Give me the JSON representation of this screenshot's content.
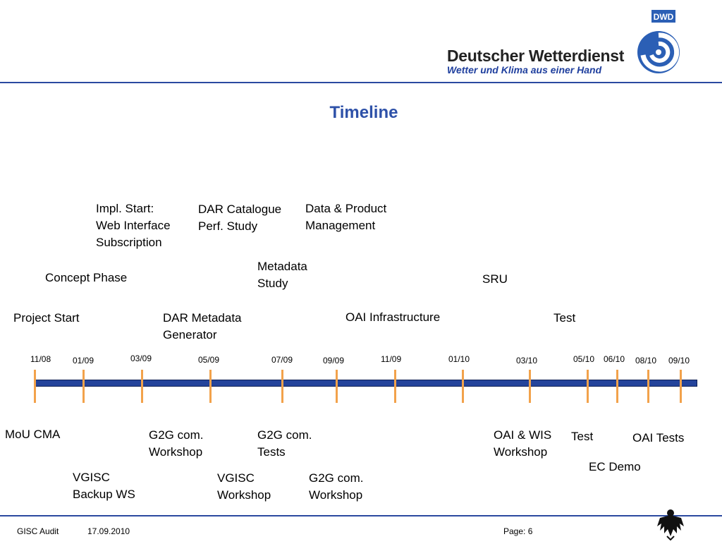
{
  "header": {
    "brand_name": "Deutscher Wetterdienst",
    "brand_tagline": "Wetter und Klima aus einer Hand",
    "logo_text": "DWD"
  },
  "title": "Timeline",
  "upper_events": [
    "Impl. Start:\nWeb Interface\nSubscription",
    "DAR Catalogue\nPerf. Study",
    "Data & Product\nManagement",
    "Concept Phase",
    "Metadata\nStudy",
    "SRU",
    "Project Start",
    "DAR Metadata\nGenerator",
    "OAI Infrastructure",
    "Test"
  ],
  "dates": [
    "11/08",
    "01/09",
    "03/09",
    "05/09",
    "07/09",
    "09/09",
    "11/09",
    "01/10",
    "03/10",
    "05/10",
    "06/10",
    "08/10",
    "09/10"
  ],
  "lower_events": [
    "MoU CMA",
    "G2G com.\nWorkshop",
    "G2G com.\nTests",
    "OAI & WIS\nWorkshop",
    "Test",
    "OAI Tests",
    "EC Demo",
    "VGISC\nBackup WS",
    "VGISC\nWorkshop",
    "G2G com.\nWorkshop"
  ],
  "footer": {
    "left": "GISC Audit",
    "date": "17.09.2010",
    "page": "Page: 6"
  },
  "colors": {
    "accent": "#2e51a8",
    "bar": "#24449b",
    "tick": "#f2a24b"
  }
}
